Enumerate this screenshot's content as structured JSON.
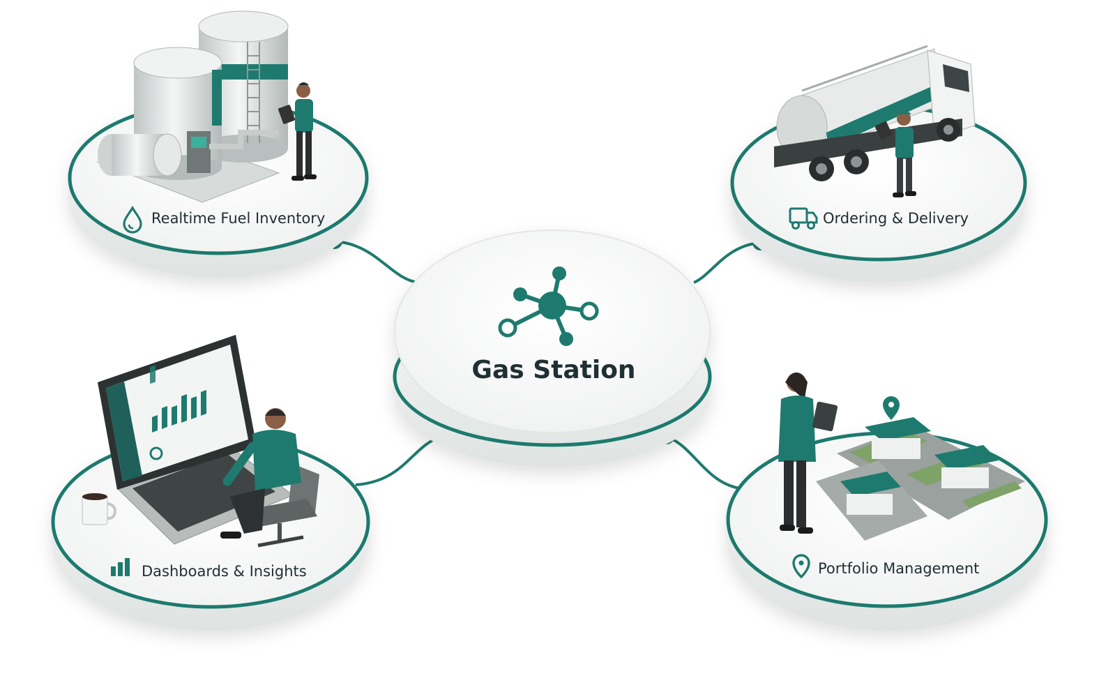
{
  "hub": {
    "title": "Gas Station",
    "icon": "network-hub-icon"
  },
  "nodes": [
    {
      "id": "fuel-inventory",
      "label": "Realtime Fuel Inventory",
      "icon": "fuel-drop-icon",
      "illustration": "fuel-storage-tanks-with-worker"
    },
    {
      "id": "ordering-delivery",
      "label": "Ordering & Delivery",
      "icon": "delivery-truck-icon",
      "illustration": "fuel-tanker-truck-with-driver"
    },
    {
      "id": "dashboards-insights",
      "label": "Dashboards & Insights",
      "icon": "bar-chart-icon",
      "illustration": "analyst-at-laptop-dashboard"
    },
    {
      "id": "portfolio-management",
      "label": "Portfolio Management",
      "icon": "location-pin-icon",
      "illustration": "manager-with-tablet-and-station-map"
    }
  ],
  "colors": {
    "accent": "#1e7a6e",
    "accent_dark": "#155e55",
    "platform": "#ffffff",
    "platform_side": "#e9eceb",
    "text": "#1f2e33"
  }
}
